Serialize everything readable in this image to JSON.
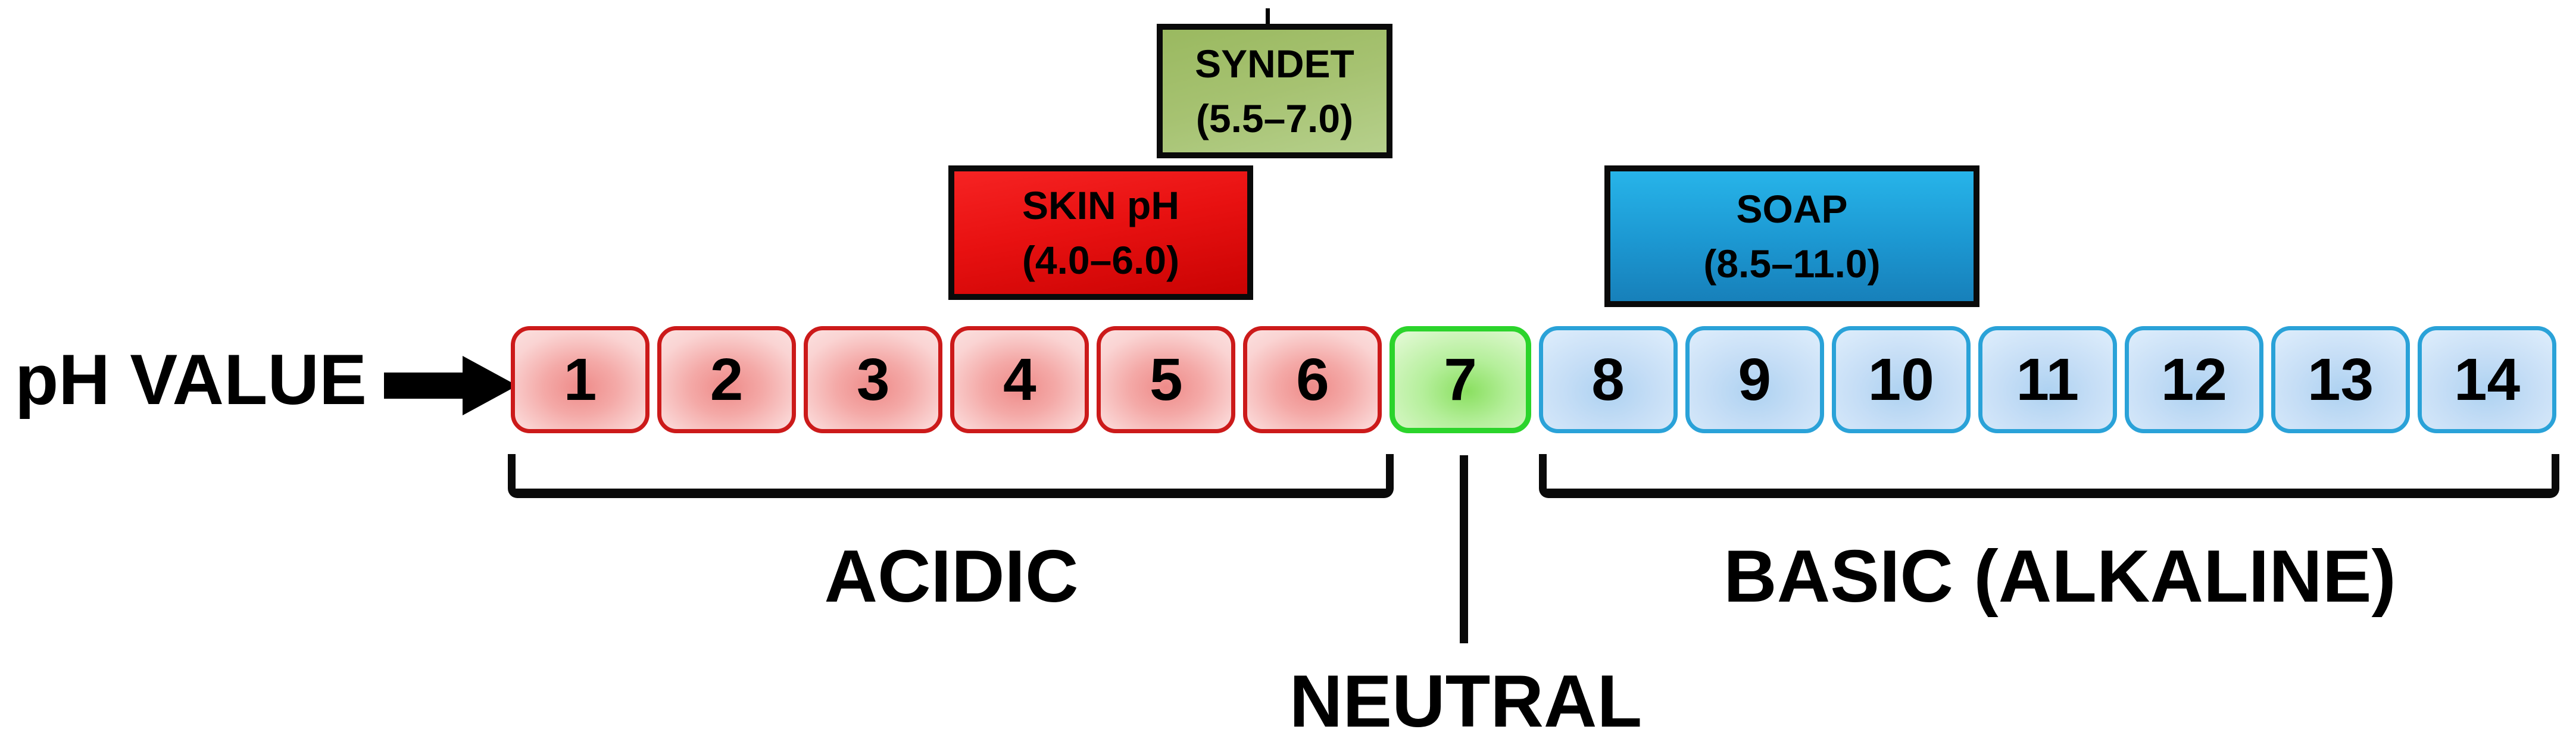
{
  "title_label": "pH VALUE",
  "annotations": {
    "syndet": {
      "name": "SYNDET",
      "range": "(5.5–7.0)"
    },
    "skin_ph": {
      "name": "SKIN pH",
      "range": "(4.0–6.0)"
    },
    "soap": {
      "name": "SOAP",
      "range": "(8.5–11.0)"
    }
  },
  "scale": {
    "boxes": [
      {
        "value": "1",
        "category": "acidic"
      },
      {
        "value": "2",
        "category": "acidic"
      },
      {
        "value": "3",
        "category": "acidic"
      },
      {
        "value": "4",
        "category": "acidic"
      },
      {
        "value": "5",
        "category": "acidic"
      },
      {
        "value": "6",
        "category": "acidic"
      },
      {
        "value": "7",
        "category": "neutral"
      },
      {
        "value": "8",
        "category": "basic"
      },
      {
        "value": "9",
        "category": "basic"
      },
      {
        "value": "10",
        "category": "basic"
      },
      {
        "value": "11",
        "category": "basic"
      },
      {
        "value": "12",
        "category": "basic"
      },
      {
        "value": "13",
        "category": "basic"
      },
      {
        "value": "14",
        "category": "basic"
      }
    ]
  },
  "regions": {
    "acidic": "ACIDIC",
    "neutral": "NEUTRAL",
    "basic": "BASIC (ALKALINE)"
  },
  "colors": {
    "acid_border": "#cc1a1a",
    "acid_fill": "#f4a9a7",
    "neutral_border": "#2bd42b",
    "neutral_fill": "#b5ef9b",
    "base_border": "#2aa2d8",
    "base_fill": "#c6def6",
    "syndet_bg": "#a6c271",
    "skin_bg": "#e81111",
    "soap_bg": "#1c97d1",
    "ink": "#000000"
  }
}
